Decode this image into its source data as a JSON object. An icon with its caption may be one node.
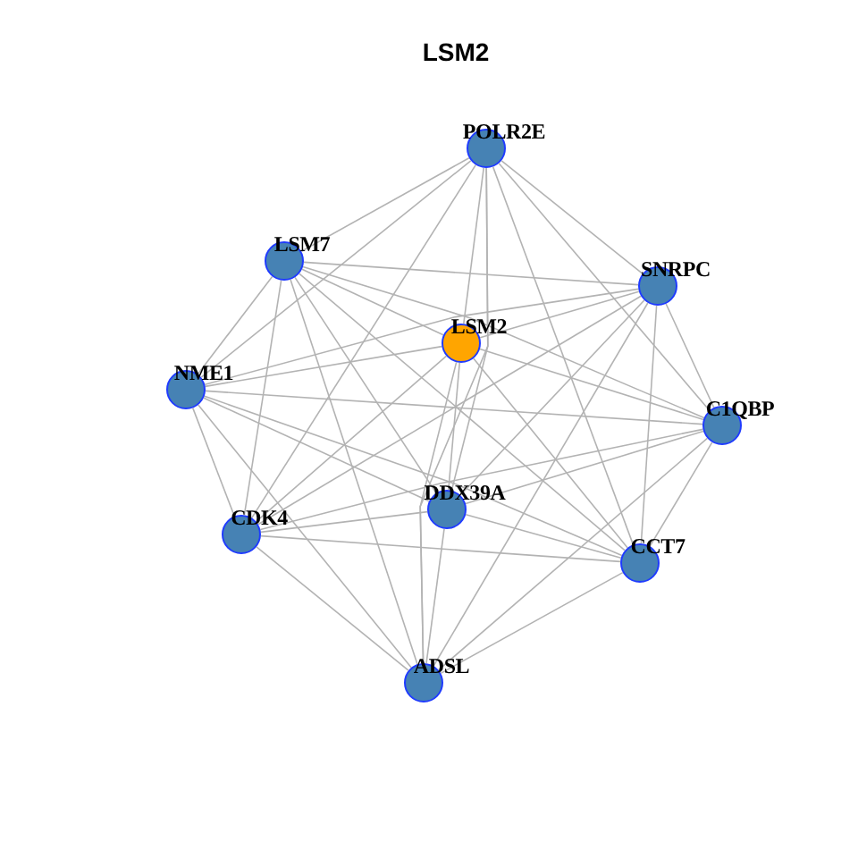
{
  "diagram": {
    "title": "LSM2",
    "nodes": [
      {
        "text": [
          "POLR2E"
        ]
      },
      {
        "text": [
          "LSM7"
        ]
      },
      {
        "text": [
          "SNRPC"
        ]
      },
      {
        "text": [
          "LSM2"
        ]
      },
      {
        "text": [
          "NME1"
        ]
      },
      {
        "text": [
          "C1QBP"
        ]
      },
      {
        "text": [
          "DDX39A"
        ]
      },
      {
        "text": [
          "CDK4"
        ]
      },
      {
        "text": [
          "CCT7"
        ]
      },
      {
        "text": [
          "ADSL"
        ]
      }
    ],
    "edges": [
      {
        "from": 0,
        "to": 1,
        "arrow": "none"
      },
      {
        "from": 0,
        "to": 2,
        "arrow": "none"
      },
      {
        "from": 0,
        "to": 3,
        "arrow": "none"
      },
      {
        "from": 0,
        "to": 4,
        "arrow": "none"
      },
      {
        "from": 0,
        "to": 5,
        "arrow": "none"
      },
      {
        "from": 0,
        "to": 6,
        "arrow": "none"
      },
      {
        "from": 0,
        "to": 7,
        "arrow": "none"
      },
      {
        "from": 0,
        "to": 8,
        "arrow": "none"
      },
      {
        "from": 0,
        "to": 9,
        "arrow": "none"
      },
      {
        "from": 1,
        "to": 2,
        "arrow": "none"
      },
      {
        "from": 1,
        "to": 3,
        "arrow": "none"
      },
      {
        "from": 1,
        "to": 4,
        "arrow": "none"
      },
      {
        "from": 1,
        "to": 5,
        "arrow": "none"
      },
      {
        "from": 1,
        "to": 6,
        "arrow": "none"
      },
      {
        "from": 1,
        "to": 7,
        "arrow": "none"
      },
      {
        "from": 1,
        "to": 8,
        "arrow": "none"
      },
      {
        "from": 1,
        "to": 9,
        "arrow": "none"
      },
      {
        "from": 2,
        "to": 3,
        "arrow": "none"
      },
      {
        "from": 2,
        "to": 4,
        "arrow": "none"
      },
      {
        "from": 2,
        "to": 5,
        "arrow": "none"
      },
      {
        "from": 2,
        "to": 6,
        "arrow": "none"
      },
      {
        "from": 2,
        "to": 7,
        "arrow": "none"
      },
      {
        "from": 2,
        "to": 8,
        "arrow": "none"
      },
      {
        "from": 2,
        "to": 9,
        "arrow": "none"
      },
      {
        "from": 3,
        "to": 4,
        "arrow": "none"
      },
      {
        "from": 3,
        "to": 5,
        "arrow": "none"
      },
      {
        "from": 3,
        "to": 6,
        "arrow": "none"
      },
      {
        "from": 3,
        "to": 7,
        "arrow": "none"
      },
      {
        "from": 3,
        "to": 8,
        "arrow": "none"
      },
      {
        "from": 3,
        "to": 9,
        "arrow": "none"
      },
      {
        "from": 4,
        "to": 5,
        "arrow": "none"
      },
      {
        "from": 4,
        "to": 6,
        "arrow": "none"
      },
      {
        "from": 4,
        "to": 7,
        "arrow": "none"
      },
      {
        "from": 4,
        "to": 8,
        "arrow": "none"
      },
      {
        "from": 4,
        "to": 9,
        "arrow": "none"
      },
      {
        "from": 5,
        "to": 6,
        "arrow": "none"
      },
      {
        "from": 5,
        "to": 7,
        "arrow": "none"
      },
      {
        "from": 5,
        "to": 8,
        "arrow": "none"
      },
      {
        "from": 5,
        "to": 9,
        "arrow": "none"
      },
      {
        "from": 6,
        "to": 7,
        "arrow": "none"
      },
      {
        "from": 6,
        "to": 8,
        "arrow": "none"
      },
      {
        "from": 6,
        "to": 9,
        "arrow": "none"
      },
      {
        "from": 7,
        "to": 8,
        "arrow": "none"
      },
      {
        "from": 7,
        "to": 9,
        "arrow": "none"
      },
      {
        "from": 8,
        "to": 9,
        "arrow": "none"
      }
    ]
  }
}
